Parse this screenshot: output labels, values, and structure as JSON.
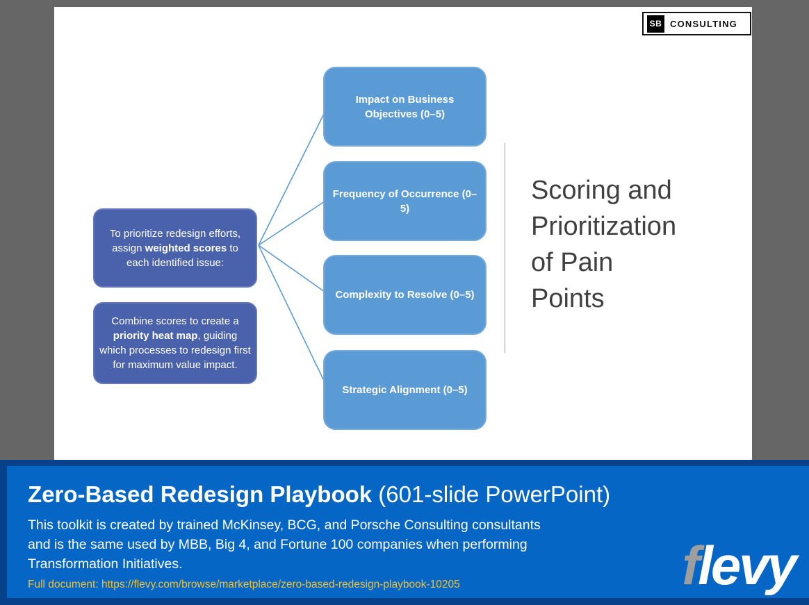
{
  "slide": {
    "logo": {
      "initials": "SB",
      "name": "CONSULTING"
    },
    "intro_box": {
      "pre": "To prioritize redesign efforts, assign ",
      "bold": "weighted scores",
      "post": " to each identified issue:"
    },
    "combine_box": {
      "pre": "Combine scores to create a ",
      "bold": "priority heat map",
      "post": ", guiding which processes to redesign first for maximum value impact."
    },
    "criteria": [
      {
        "label": "Impact on Business Objectives (0–5)"
      },
      {
        "label": "Frequency of Occurrence (0–5)"
      },
      {
        "label": "Complexity to Resolve (0–5)"
      },
      {
        "label": "Strategic Alignment (0–5)"
      }
    ],
    "title_lines": [
      "Scoring and",
      "Prioritization",
      "of Pain",
      "Points"
    ]
  },
  "banner": {
    "title_bold": "Zero-Based Redesign Playbook",
    "title_rest": " (601-slide PowerPoint)",
    "description_lines": [
      "This toolkit is created by trained McKinsey, BCG, and Porsche Consulting consultants",
      "and is the same used by MBB, Big 4, and Fortune 100 companies when performing",
      "Transformation Initiatives."
    ],
    "link": "Full document: https://flevy.com/browse/marketplace/zero-based-redesign-playbook-10205",
    "brand": {
      "first_letter": "f",
      "rest": "levy"
    }
  },
  "colors": {
    "page_background": "#666666",
    "dark_box_blue": "#4A62AB",
    "light_box_blue": "#5B9BD5",
    "connector_blue": "#5B9BD5",
    "slide_title_gray": "#404040",
    "banner_navy": "#064189",
    "banner_blue": "#0566C6",
    "link_gold": "#EFC133",
    "flevy_f_gray": "#9E9E9E"
  }
}
